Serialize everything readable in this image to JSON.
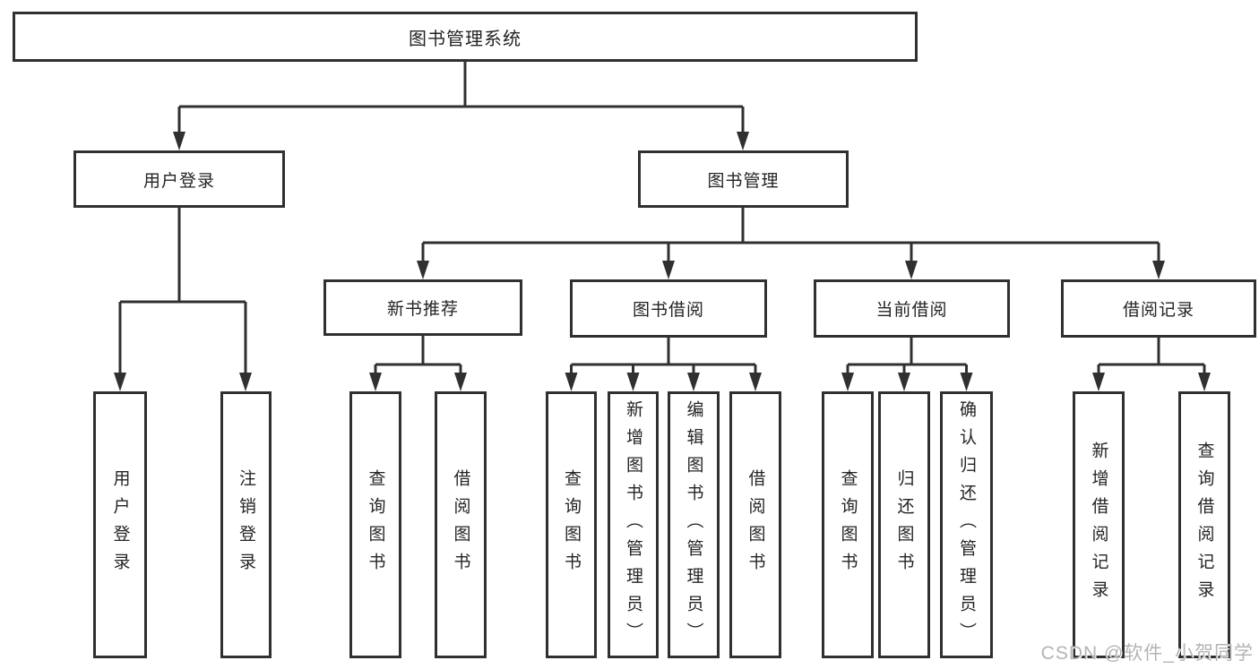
{
  "watermark": {
    "text": "CSDN @软件_小贺同学"
  },
  "colors": {
    "line": "#303030",
    "box_border": "#303030",
    "box_fill": "#ffffff",
    "text": "#242424",
    "watermark": "#b4b4b4",
    "background": "#ffffff"
  },
  "tree": {
    "root": {
      "label": "图书管理系统",
      "children": [
        {
          "label": "用户登录",
          "children": [
            {
              "label": "用户登录"
            },
            {
              "label": "注销登录"
            }
          ]
        },
        {
          "label": "图书管理",
          "children": [
            {
              "label": "新书推荐",
              "children": [
                {
                  "label": "查询图书"
                },
                {
                  "label": "借阅图书"
                }
              ]
            },
            {
              "label": "图书借阅",
              "children": [
                {
                  "label": "查询图书"
                },
                {
                  "label": "新增图书（管理员）"
                },
                {
                  "label": "编辑图书（管理员）"
                },
                {
                  "label": "借阅图书"
                }
              ]
            },
            {
              "label": "当前借阅",
              "children": [
                {
                  "label": "查询图书"
                },
                {
                  "label": "归还图书"
                },
                {
                  "label": "确认归还（管理员）"
                }
              ]
            },
            {
              "label": "借阅记录",
              "children": [
                {
                  "label": "新增借阅记录"
                },
                {
                  "label": "查询借阅记录"
                }
              ]
            }
          ]
        }
      ]
    }
  }
}
